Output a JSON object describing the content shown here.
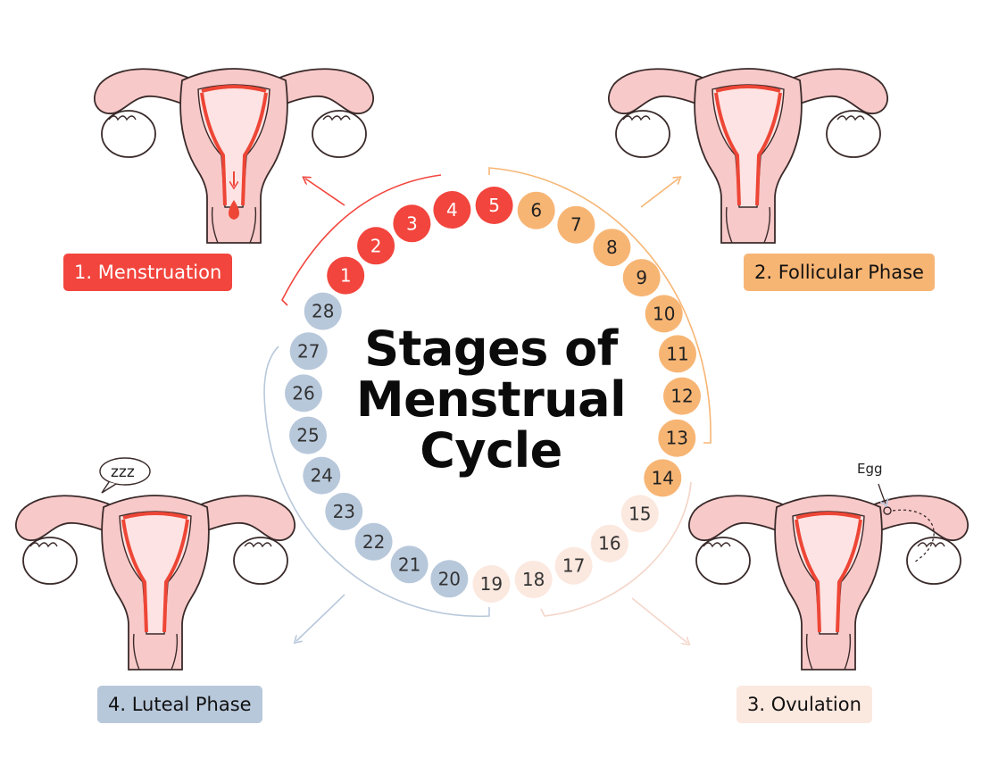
{
  "title": {
    "line1": "Stages of",
    "line2": "Menstrual",
    "line3": "Cycle"
  },
  "phases": [
    {
      "label": "1. Menstruation",
      "color": "#f2453d",
      "text_color": "#ffffff",
      "days": [
        1,
        5
      ]
    },
    {
      "label": "2. Follicular Phase",
      "color": "#f7b574",
      "text_color": "#111111",
      "days": [
        6,
        14
      ]
    },
    {
      "label": "3. Ovulation",
      "color": "#fbe8df",
      "text_color": "#111111",
      "days": [
        15,
        19
      ]
    },
    {
      "label": "4. Luteal Phase",
      "color": "#b8c8db",
      "text_color": "#111111",
      "days": [
        20,
        28
      ]
    }
  ],
  "days": [
    1,
    2,
    3,
    4,
    5,
    6,
    7,
    8,
    9,
    10,
    11,
    12,
    13,
    14,
    15,
    16,
    17,
    18,
    19,
    20,
    21,
    22,
    23,
    24,
    25,
    26,
    27,
    28
  ],
  "annotations": {
    "egg": "Egg",
    "sleep": "zzz"
  },
  "colors": {
    "uterus_fill": "#f8c9c9",
    "uterus_outline": "#3a2a2a",
    "lining": "#ee4636",
    "ovary_fill": "#ffffff"
  }
}
